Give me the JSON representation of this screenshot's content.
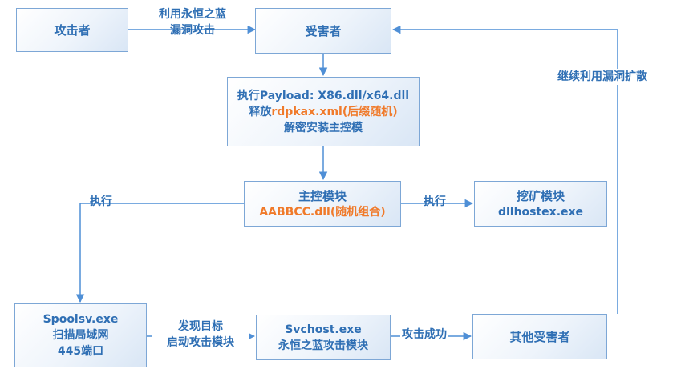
{
  "nodes": {
    "attacker": {
      "label": "攻击者"
    },
    "victim": {
      "label": "受害者"
    },
    "payload": {
      "line1": "执行Payload: X86.dll/x64.dll",
      "line2_prefix": "释放",
      "line2_highlight": "rdpkax.xml(后缀随机)",
      "line3": "解密安装主控模"
    },
    "main_module": {
      "title": "主控模块",
      "name": "AABBCC.dll(随机组合)"
    },
    "mining_module": {
      "title": "挖矿模块",
      "name": "dllhostex.exe"
    },
    "spoolsv": {
      "line1": "Spoolsv.exe",
      "line2": "扫描局域网",
      "line3": "445端口"
    },
    "svchost": {
      "line1": "Svchost.exe",
      "line2": "永恒之蓝攻击模块"
    },
    "other_victims": {
      "label": "其他受害者"
    }
  },
  "edges": {
    "attack_line1": "利用永恒之蓝",
    "attack_line2": "漏洞攻击",
    "exec_left": "执行",
    "exec_right": "执行",
    "discover_line1": "发现目标",
    "discover_line2": "启动攻击模块",
    "attack_success": "攻击成功",
    "spread": "继续利用漏洞扩散"
  },
  "colors": {
    "accent": "#2f6fb4",
    "highlight": "#f07a2a",
    "line": "#4f8fd6",
    "border": "#7da7d6"
  }
}
